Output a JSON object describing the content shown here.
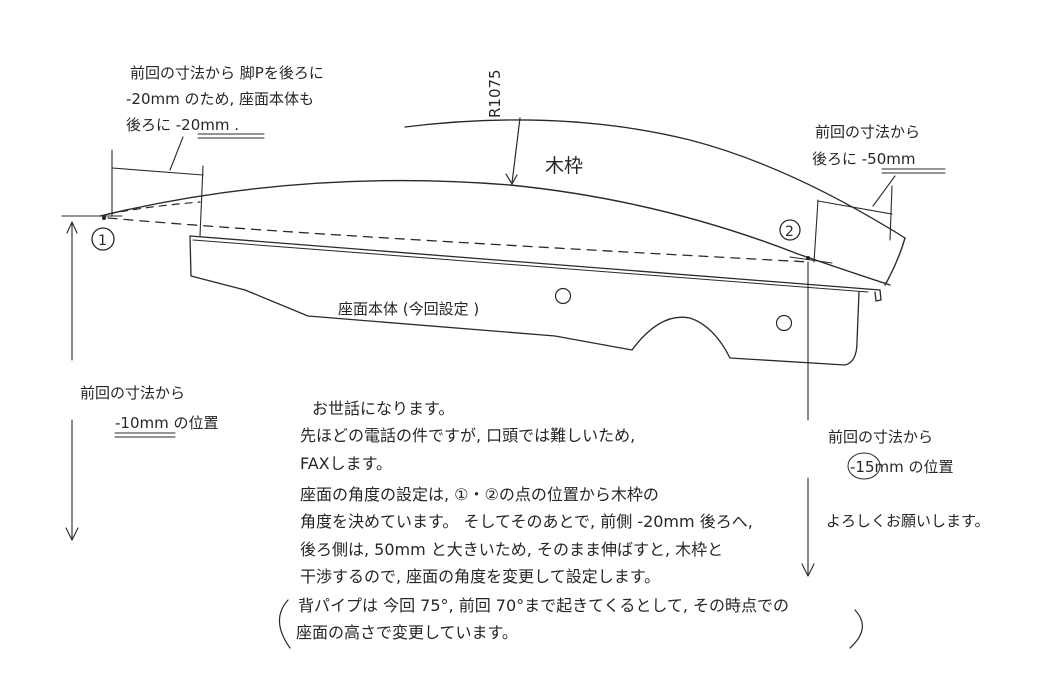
{
  "labels": {
    "note_top_left": [
      "前回の寸法から 脚Pを後ろに",
      "-20mm のため, 座面本体も",
      "後ろに -20mm ."
    ],
    "radius_label": "R1075",
    "wood_frame_label": "木枠",
    "point_1": "1",
    "point_2": "2",
    "note_top_right": [
      "前回の寸法から",
      "後ろに -50mm"
    ],
    "seat_body_label": "座面本体 (今回設定 )",
    "note_left": [
      "前回の寸法から",
      "-10mm の位置"
    ],
    "note_right": [
      "前回の寸法から",
      "-15mm の位置"
    ],
    "closing": "よろしくお願いします。"
  },
  "message": [
    "お世話になります。",
    "先ほどの電話の件ですが, 口頭では難しいため,",
    "FAXします。",
    "座面の角度の設定は, ①・②の点の位置から木枠の",
    "角度を決めています。 そしてそのあとで, 前側 -20mm 後ろへ,",
    "後ろ側は, 50mm と大きいため, そのまま伸ばすと, 木枠と",
    "干渉するので, 座面の角度を変更して設定します。",
    "背パイプは 今回 75°, 前回 70°まで起きてくるとして, その時点での",
    "座面の高さで変更しています。"
  ]
}
